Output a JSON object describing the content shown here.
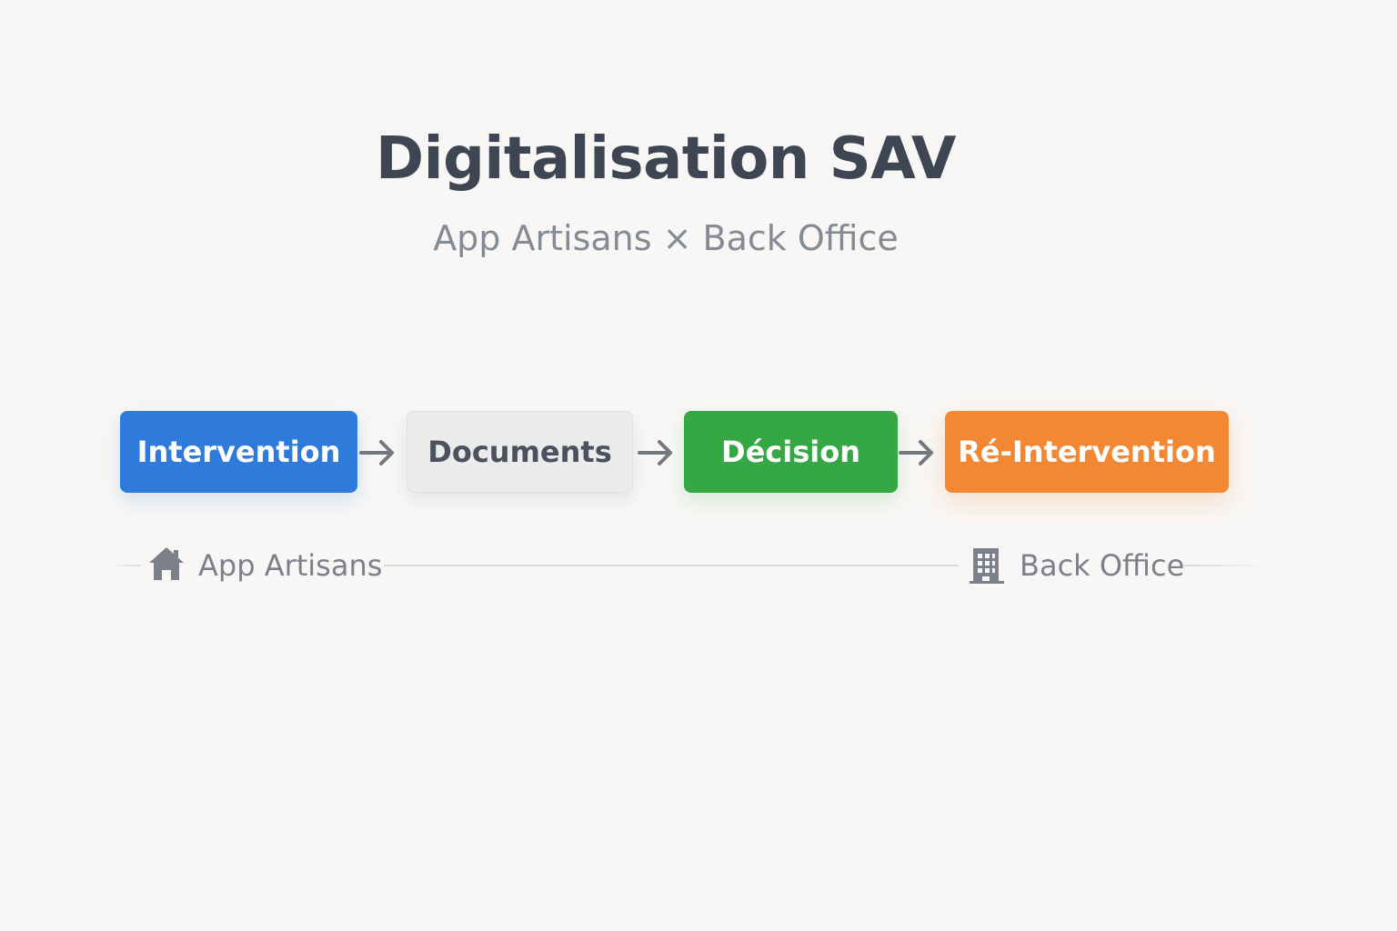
{
  "header": {
    "title": "Digitalisation SAV",
    "subtitle": "App Artisans × Back Office"
  },
  "flow": {
    "steps": [
      {
        "label": "Intervention",
        "bg": "#2f7bdc",
        "color": "#ffffff"
      },
      {
        "label": "Documents",
        "bg": "#ebebeb",
        "color": "#4b525d"
      },
      {
        "label": "Décision",
        "bg": "#35a845",
        "color": "#ffffff"
      },
      {
        "label": "Ré-Intervention",
        "bg": "#f38834",
        "color": "#ffffff"
      }
    ],
    "arrow_color": "#727882",
    "arrow_icon": "arrow-right-icon"
  },
  "footer": {
    "left": {
      "icon": "home-icon",
      "label": "App Artisans"
    },
    "right": {
      "icon": "building-icon",
      "label": "Back Office"
    },
    "icon_color": "#7b808a"
  }
}
